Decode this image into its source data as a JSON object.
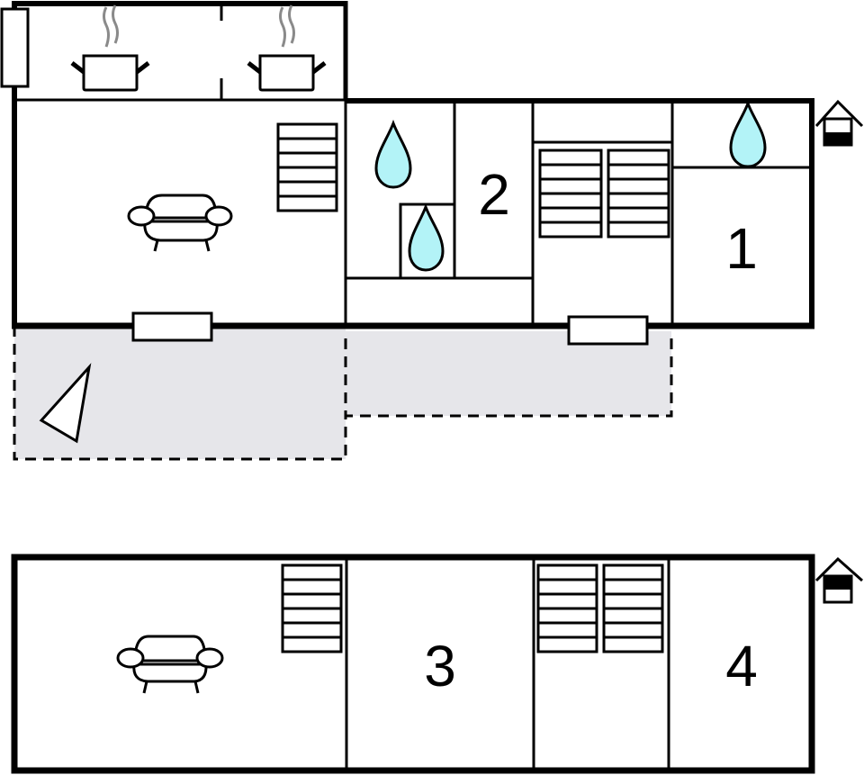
{
  "diagram": {
    "type": "floor plan",
    "floors": [
      {
        "name": "ground-floor",
        "floor_indicator": "lower",
        "rooms": [
          {
            "id": "kitchen",
            "label": "",
            "icon": "cooking-pot-icon"
          },
          {
            "id": "living-room",
            "label": "",
            "icon": "sofa-icon"
          },
          {
            "id": "bathroom",
            "label": "",
            "icon": "water-drop-icon"
          },
          {
            "id": "bedroom-2",
            "label": "2"
          },
          {
            "id": "stair-hall",
            "label": "",
            "icon": "stairs-icon"
          },
          {
            "id": "bathroom-2",
            "label": "",
            "icon": "water-drop-icon"
          },
          {
            "id": "bedroom-1",
            "label": "1"
          },
          {
            "id": "terrace",
            "label": "",
            "icon": "parasol-icon"
          }
        ]
      },
      {
        "name": "upper-floor",
        "floor_indicator": "upper",
        "rooms": [
          {
            "id": "living-room-upper",
            "label": "",
            "icon": "sofa-icon"
          },
          {
            "id": "bedroom-3",
            "label": "3"
          },
          {
            "id": "stair-hall-upper",
            "label": "",
            "icon": "stairs-icon"
          },
          {
            "id": "bedroom-4",
            "label": "4"
          }
        ]
      }
    ],
    "colors": {
      "wall": "#000000",
      "water": "#b3f3f7",
      "terrace": "#e6e6ea",
      "steam": "#8a8a8a"
    },
    "room_labels": {
      "r1": "1",
      "r2": "2",
      "r3": "3",
      "r4": "4"
    }
  }
}
